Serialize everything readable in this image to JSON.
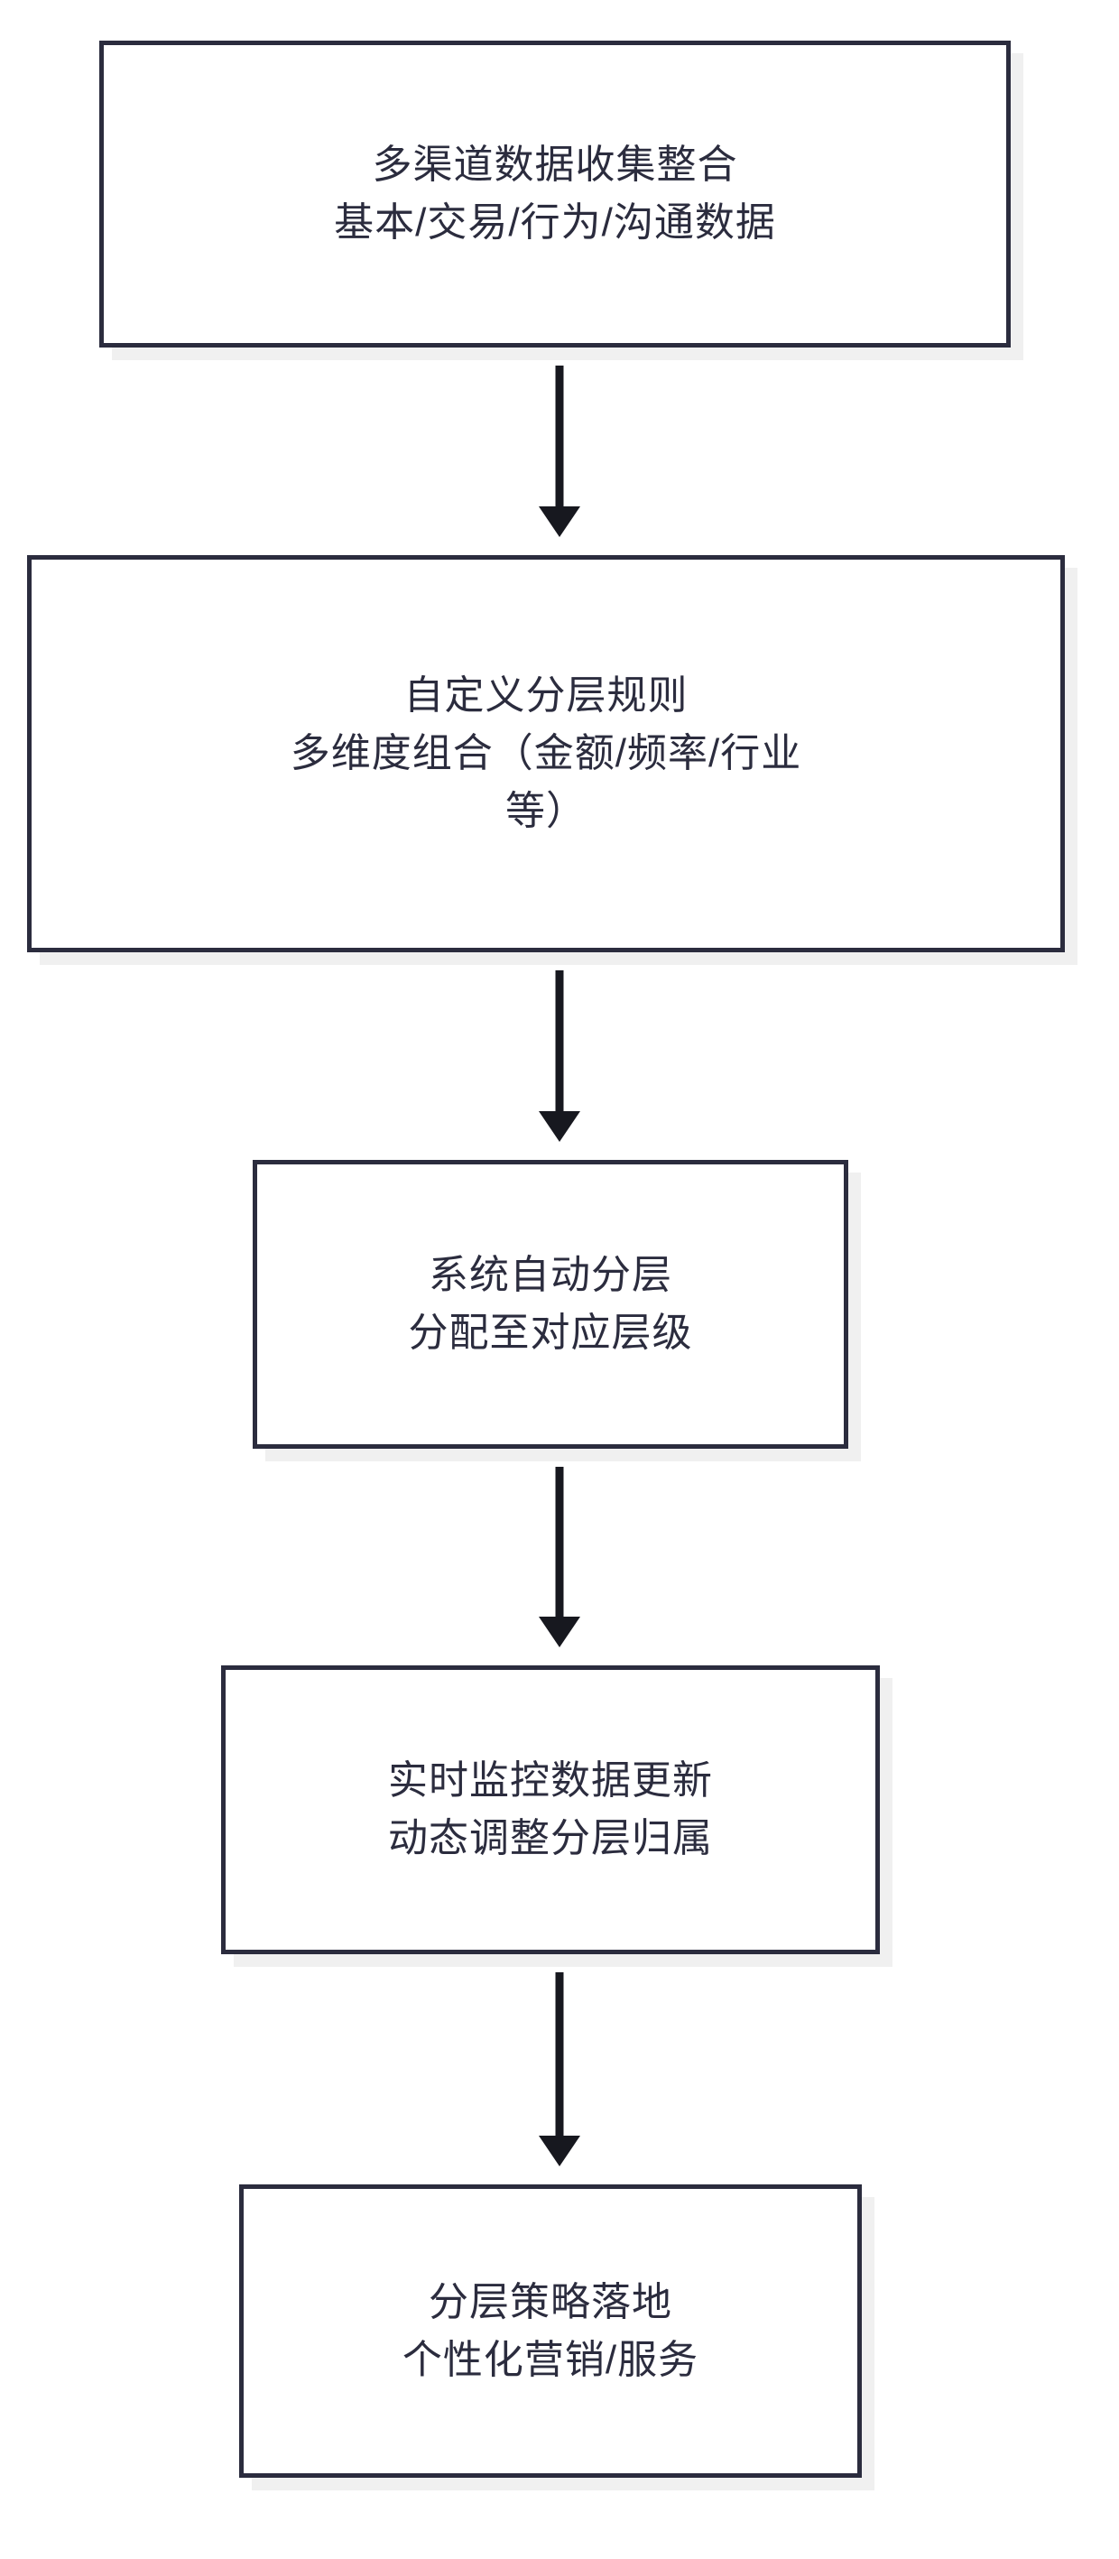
{
  "diagram": {
    "type": "flowchart",
    "orientation": "top-to-bottom",
    "accent_color": "#2b2c3e",
    "text_color": "#2b2c3e",
    "box_fill": "#ffffff",
    "shadow_color": "#f0f0f0",
    "arrow_color": "#17181f",
    "nodes": [
      {
        "id": "node-0",
        "lines": [
          "多渠道数据收集整合",
          "基本/交易/行为/沟通数据"
        ]
      },
      {
        "id": "node-1",
        "lines": [
          "自定义分层规则",
          "多维度组合（金额/频率/行业",
          "等）"
        ]
      },
      {
        "id": "node-2",
        "lines": [
          "系统自动分层",
          "分配至对应层级"
        ]
      },
      {
        "id": "node-3",
        "lines": [
          "实时监控数据更新",
          "动态调整分层归属"
        ]
      },
      {
        "id": "node-4",
        "lines": [
          "分层策略落地",
          "个性化营销/服务"
        ]
      }
    ],
    "connectors": [
      {
        "id": "arrow-0",
        "from": "node-0",
        "to": "node-1",
        "glyph": "arrow-down"
      },
      {
        "id": "arrow-1",
        "from": "node-1",
        "to": "node-2",
        "glyph": "arrow-down"
      },
      {
        "id": "arrow-2",
        "from": "node-2",
        "to": "node-3",
        "glyph": "arrow-down"
      },
      {
        "id": "arrow-3",
        "from": "node-3",
        "to": "node-4",
        "glyph": "arrow-down"
      }
    ]
  }
}
